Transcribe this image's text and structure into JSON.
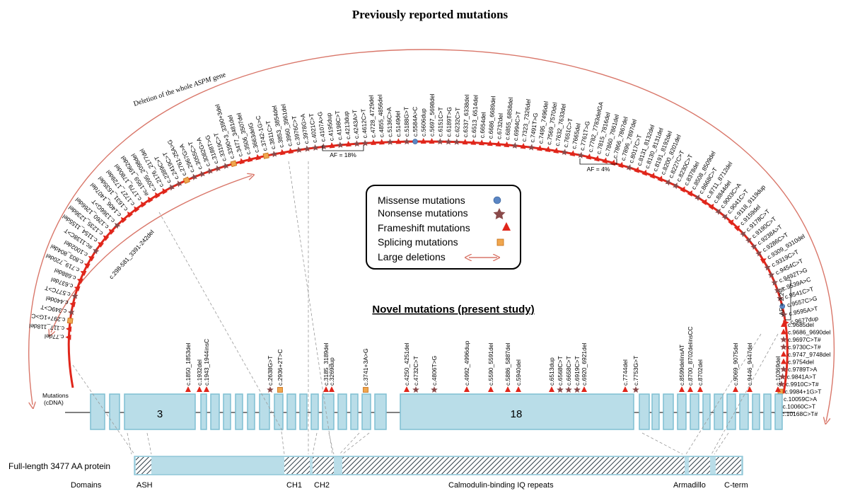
{
  "title": "Previously reported mutations",
  "deletion_label_pre": "Deletion of the whole ",
  "deletion_label_gene": "ASPM",
  "deletion_label_post": " gene",
  "af_labels": [
    "AF = 18%",
    "AF = 4%",
    "AF = 2.2%"
  ],
  "legend": {
    "missense": "Missense mutations",
    "nonsense": "Nonsense mutations",
    "frameshift": "Frameshift mutations",
    "splicing": "Splicing mutations",
    "large": "Large deletions"
  },
  "inner_deletion": "c.298-581_3391-242del",
  "novel_title": "Novel mutations (present study)",
  "exon_labels": [
    "3",
    "18"
  ],
  "mutations_axis": "Mutations",
  "cdna_axis": "(cDNA)",
  "protein_label": "Full-length 3477 AA protein",
  "domains": {
    "label": "Domains",
    "ash": "ASH",
    "ch1": "CH1",
    "ch2": "CH2",
    "iq": "Calmodulin-binding IQ repeats",
    "arm": "Armadillo",
    "cterm": "C-term"
  },
  "arc_labels": [
    "c.77del",
    "c.117_118del",
    "c.297+1G>C",
    "c.349C>T",
    "c.440del",
    "c.577C>T",
    "c.637del",
    "c.688del",
    "c.719_720del",
    "c.803_804del",
    "c.1002del",
    "#c.1138C>T",
    "c.1154_1155del",
    "c.1235_1236del",
    "c.1260_1266del",
    "c.1366G>T",
    "c.1406_1407del",
    "c.1631_1635del",
    "c.1727_1728del",
    "c.1779_1780del",
    "#c.1959_1962del",
    "c.2095_2098del",
    "c.2176_2177del",
    "c.2389C>T",
    "c.2419C>T",
    "c.2761-25A>G",
    "c.2967G>A",
    "c.3055C>T",
    "c.3082G>A",
    "c.3188T>G",
    "c.3319C>T",
    "c.3390+3_3390+3del",
    "c.3477_3481del",
    "c.3506_3507del",
    "c.3663delG",
    "c.3742-1G>C",
    "c.3811C>T",
    "c.3853_3854del",
    "c.3960_3961del",
    "c.3976C>T",
    "c.3978G>A",
    "c.4021C>T",
    "c.4107A>G",
    "c.4195dup",
    "c.4198C>T",
    "c.4213dup",
    "c.4243A>T",
    "c.4612C>T",
    "c.4728_4729del",
    "c.4855_4856del",
    "c.5136C>A",
    "c.5149del",
    "c.5188G>T",
    "c.5584A>C",
    "c.5606dup",
    "c.5697_5698del",
    "c.6151C>T",
    "c.6189T>G",
    "c.6232C>T",
    "c.6337_6338del",
    "c.6513_6514del",
    "c.6654del",
    "c.6686_6689del",
    "c.6732del",
    "c.6855_6858del",
    "c.6994C>T",
    "c.7323_7326del",
    "c.7491T>G",
    "c.7495_7496del",
    "c.7569_7570del",
    "c.7632_7633del",
    "c.7651C>T",
    "c.7665del",
    "c.7761T>G",
    "c.7782_7783delGA",
    "c.7815_7816del",
    "c.7860_7861del",
    "c.7866_7867del",
    "c.7896_7897del",
    "c.8017C>T",
    "c.8131_8132del",
    "c.8130_8131del",
    "c.8191_8192del",
    "c.8200_8201del",
    "c.8227C>T",
    "c.8230C>T",
    "c.8378del",
    "c.8508_8509del",
    "c.8668C>T",
    "c.8711_8712del",
    "c.8844del",
    "c.9003C>A",
    "c.9041C>T",
    "c.9118_9119dup",
    "c.9159del",
    "c.9178C>T",
    "c.9190C>T",
    "c.9238A>T",
    "c.9286C>T",
    "c.9309_9310del",
    "c.9319C>T",
    "c.9454C>T",
    "c.9492T>G",
    "c.9539A>C",
    "c.9541C>T",
    "c.9557C>G",
    "c.9595A>T",
    "c.9677dup"
  ],
  "right_labels": [
    "c.9685del",
    "c.9686_9690del",
    "c.9697C>T#",
    "c.9730C>T#",
    "c.9747_9748del",
    "c.9754del",
    "c.9789T>A",
    "c.9841A>T",
    "c.9910C>T#",
    "c.9984+1G>T",
    "c.10059C>A",
    "c.10060C>T",
    "c.10168C>T#"
  ],
  "novel": [
    {
      "label": "c.1850_1853del",
      "type": "frameshift"
    },
    {
      "label": "c.1932del",
      "type": "frameshift"
    },
    {
      "label": "c.1943_1944insC",
      "type": "frameshift"
    },
    {
      "label": "c.2638G>T",
      "type": "nonsense"
    },
    {
      "label": "c.2936+2T>C",
      "type": "splicing"
    },
    {
      "label": "c.3185_3189del",
      "type": "frameshift"
    },
    {
      "label": "c.3269dup",
      "type": "frameshift"
    },
    {
      "label": "c.3741+3A>G",
      "type": "splicing"
    },
    {
      "label": "c.4250_4251del",
      "type": "frameshift"
    },
    {
      "label": "c.4732C>T",
      "type": "nonsense"
    },
    {
      "label": "c.4806T>G",
      "type": "nonsense"
    },
    {
      "label": "c.4992_4996dup",
      "type": "frameshift"
    },
    {
      "label": "c.5590_5591del",
      "type": "frameshift"
    },
    {
      "label": "c.5886_5887del",
      "type": "frameshift"
    },
    {
      "label": "c.5940del",
      "type": "frameshift"
    },
    {
      "label": "c.6513dup",
      "type": "frameshift"
    },
    {
      "label": "c.6568C>T",
      "type": "nonsense"
    },
    {
      "label": "c.6658C>T",
      "type": "nonsense"
    },
    {
      "label": "c.6919C>T",
      "type": "nonsense"
    },
    {
      "label": "c.6920_6921del",
      "type": "frameshift"
    },
    {
      "label": "c.7744del",
      "type": "frameshift"
    },
    {
      "label": "c.7753G>T",
      "type": "nonsense"
    },
    {
      "label": "c.8599delinsAT",
      "type": "frameshift"
    },
    {
      "label": "c.8700_8702delinsCC",
      "type": "frameshift"
    },
    {
      "label": "c.8702del",
      "type": "frameshift"
    },
    {
      "label": "c.9069_9075del",
      "type": "frameshift"
    },
    {
      "label": "c.9446_9447del",
      "type": "frameshift"
    },
    {
      "label": "c.10369del",
      "type": "frameshift"
    }
  ],
  "colors": {
    "frameshift": "#e0261b",
    "nonsense": "#8a4a4a",
    "splicing": "#f0a64e",
    "missense": "#5b86c4",
    "exon": "#b9dde8",
    "arrow": "#d9776a"
  }
}
